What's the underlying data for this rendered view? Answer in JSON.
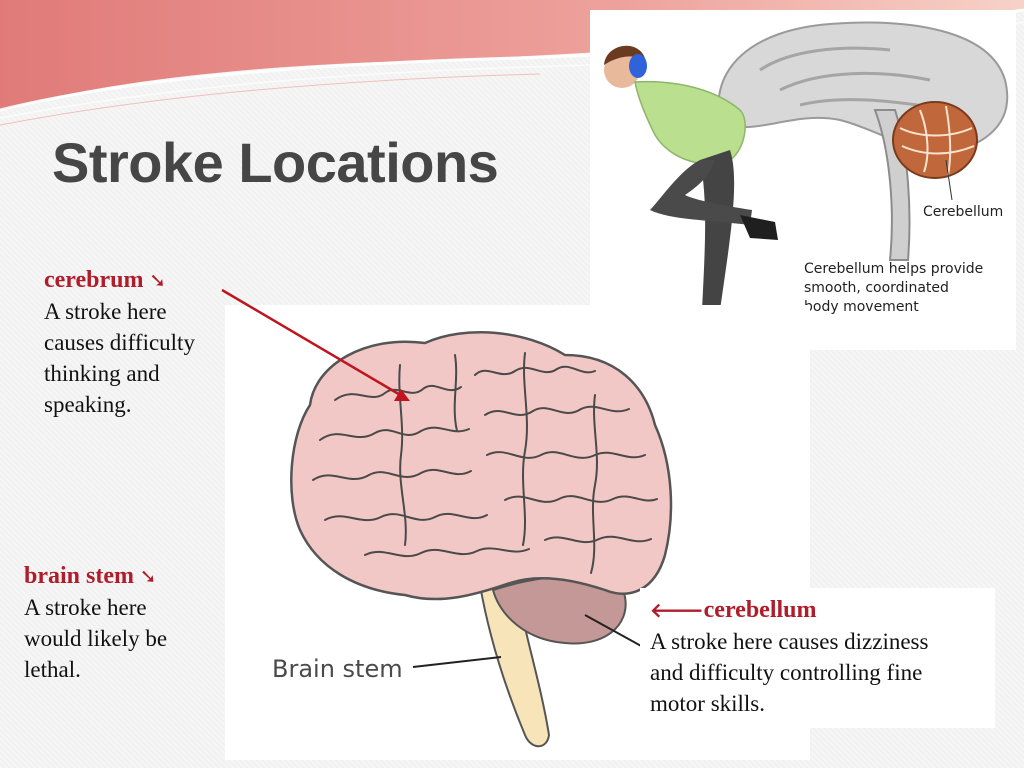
{
  "slide": {
    "title": "Stroke Locations"
  },
  "labels": {
    "cerebrum": {
      "name": "cerebrum",
      "arrow": "➘",
      "lines": [
        "A stroke here",
        "causes difficulty",
        "thinking and",
        "speaking."
      ]
    },
    "brain_stem": {
      "name": "brain stem",
      "arrow": "➘",
      "lines": [
        "A stroke here",
        "would likely be",
        "lethal."
      ]
    },
    "cerebellum": {
      "name": "cerebellum",
      "arrow": "🡐",
      "lines": [
        "A stroke here causes dizziness",
        "and difficulty controlling fine",
        "motor skills."
      ]
    }
  },
  "photo_figure": {
    "label": "Cerebellum",
    "caption_lines": [
      "Cerebellum helps provide",
      "smooth, coordinated",
      "body movement"
    ]
  },
  "brain_figure": {
    "brain_stem_label": "Brain stem"
  },
  "colors": {
    "accent_red": "#b11c2a",
    "title_gray": "#464646",
    "brain_pink": "#f2c8c6",
    "cerebellum_mauve": "#c49896",
    "stem_cream": "#f7e4b8",
    "swoosh_salmon": "#e48684"
  }
}
